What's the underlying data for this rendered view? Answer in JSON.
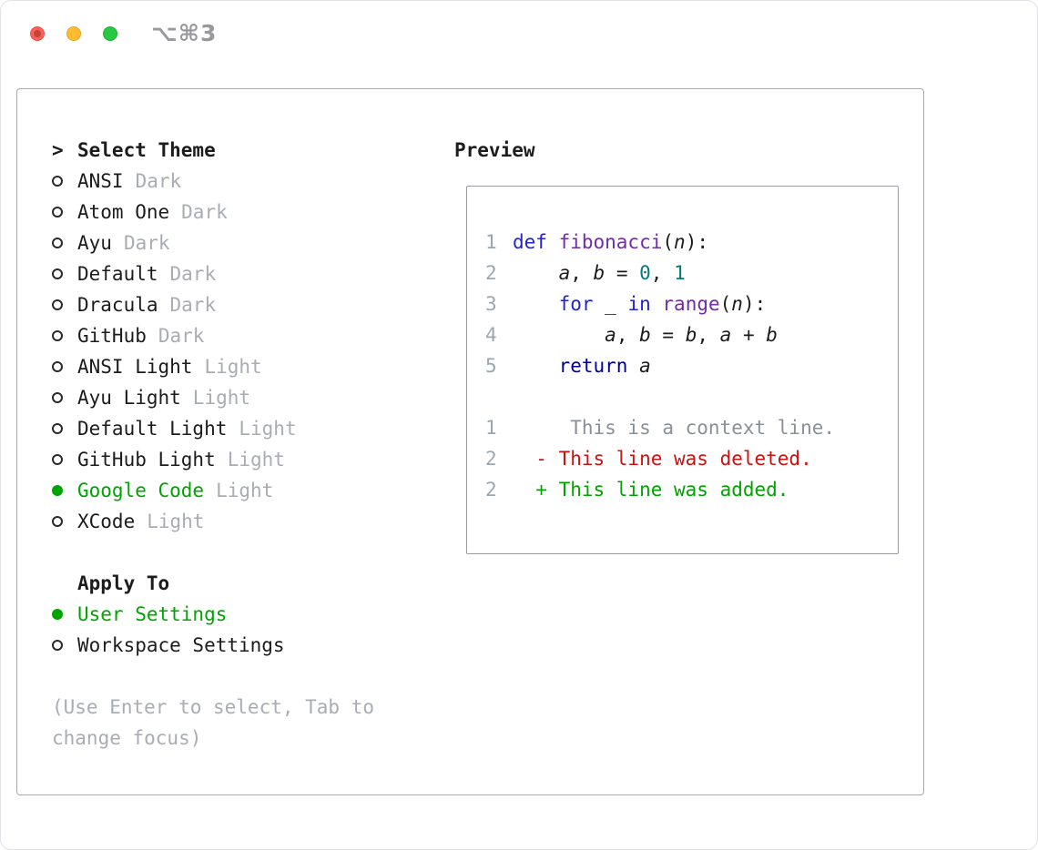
{
  "window": {
    "shortcut": "⌥⌘3",
    "traffic_lights": [
      "close",
      "minimize",
      "zoom"
    ]
  },
  "theme_panel": {
    "cursor": ">",
    "title": "Select Theme",
    "items": [
      {
        "name": "ANSI",
        "variant": "Dark",
        "selected": false
      },
      {
        "name": "Atom One",
        "variant": "Dark",
        "selected": false
      },
      {
        "name": "Ayu",
        "variant": "Dark",
        "selected": false
      },
      {
        "name": "Default",
        "variant": "Dark",
        "selected": false
      },
      {
        "name": "Dracula",
        "variant": "Dark",
        "selected": false
      },
      {
        "name": "GitHub",
        "variant": "Dark",
        "selected": false
      },
      {
        "name": "ANSI Light",
        "variant": "Light",
        "selected": false
      },
      {
        "name": "Ayu Light",
        "variant": "Light",
        "selected": false
      },
      {
        "name": "Default Light",
        "variant": "Light",
        "selected": false
      },
      {
        "name": "GitHub Light",
        "variant": "Light",
        "selected": false
      },
      {
        "name": "Google Code",
        "variant": "Light",
        "selected": true
      },
      {
        "name": "XCode",
        "variant": "Light",
        "selected": false
      }
    ],
    "apply_to": {
      "title": "Apply To",
      "options": [
        {
          "label": "User Settings",
          "selected": true
        },
        {
          "label": "Workspace Settings",
          "selected": false
        }
      ]
    },
    "help_text": "(Use Enter to select, Tab to change focus)"
  },
  "preview": {
    "title": "Preview",
    "code_lines": [
      {
        "num": "1",
        "tokens": [
          {
            "t": "def ",
            "c": "keyword"
          },
          {
            "t": "fibonacci",
            "c": "function"
          },
          {
            "t": "(",
            "c": "plain"
          },
          {
            "t": "n",
            "c": "variable"
          },
          {
            "t": "):",
            "c": "plain"
          }
        ]
      },
      {
        "num": "2",
        "tokens": [
          {
            "t": "    ",
            "c": "plain"
          },
          {
            "t": "a",
            "c": "variable"
          },
          {
            "t": ", ",
            "c": "plain"
          },
          {
            "t": "b",
            "c": "variable"
          },
          {
            "t": " = ",
            "c": "plain"
          },
          {
            "t": "0",
            "c": "number"
          },
          {
            "t": ", ",
            "c": "plain"
          },
          {
            "t": "1",
            "c": "number"
          }
        ]
      },
      {
        "num": "3",
        "tokens": [
          {
            "t": "    ",
            "c": "plain"
          },
          {
            "t": "for",
            "c": "keyword"
          },
          {
            "t": " _ ",
            "c": "plain"
          },
          {
            "t": "in",
            "c": "keyword"
          },
          {
            "t": " ",
            "c": "plain"
          },
          {
            "t": "range",
            "c": "function"
          },
          {
            "t": "(",
            "c": "plain"
          },
          {
            "t": "n",
            "c": "variable"
          },
          {
            "t": "):",
            "c": "plain"
          }
        ]
      },
      {
        "num": "4",
        "tokens": [
          {
            "t": "        ",
            "c": "plain"
          },
          {
            "t": "a",
            "c": "variable"
          },
          {
            "t": ", ",
            "c": "plain"
          },
          {
            "t": "b",
            "c": "variable"
          },
          {
            "t": " = ",
            "c": "plain"
          },
          {
            "t": "b",
            "c": "variable"
          },
          {
            "t": ", ",
            "c": "plain"
          },
          {
            "t": "a",
            "c": "variable"
          },
          {
            "t": " + ",
            "c": "plain"
          },
          {
            "t": "b",
            "c": "variable"
          }
        ]
      },
      {
        "num": "5",
        "tokens": [
          {
            "t": "    ",
            "c": "plain"
          },
          {
            "t": "return",
            "c": "keyword2"
          },
          {
            "t": " ",
            "c": "plain"
          },
          {
            "t": "a",
            "c": "variable"
          }
        ]
      }
    ],
    "diff_lines": [
      {
        "num": "1",
        "text": "     This is a context line.",
        "c": "context"
      },
      {
        "num": "2",
        "text": "  - This line was deleted.",
        "c": "deleted"
      },
      {
        "num": "2",
        "text": "  + This line was added.",
        "c": "added"
      }
    ]
  },
  "palette": {
    "keyword": "#2323cc",
    "keyword2": "#000099",
    "function": "#6f2da8",
    "number": "#067a7a",
    "plain": "#1c1c1c",
    "variable": "#1c1c1c",
    "linenum": "#9aa7b0",
    "context": "#8a8f98",
    "deleted": "#cc1111",
    "added": "#00a400",
    "selected_green": "#00a400",
    "muted": "#a9adb3"
  }
}
